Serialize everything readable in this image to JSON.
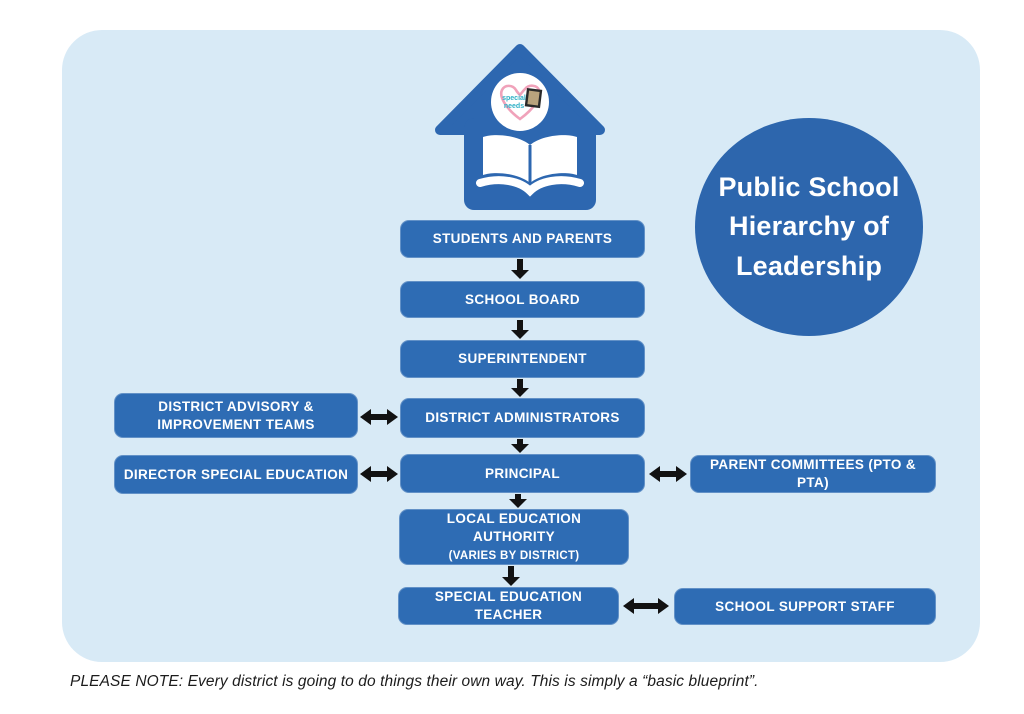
{
  "title_circle": {
    "line1": "Public School",
    "line2": "Hierarchy of",
    "line3": "Leadership"
  },
  "logo": {
    "word1": "special",
    "word2": "needs"
  },
  "nodes": {
    "students_parents": {
      "label": "STUDENTS AND PARENTS"
    },
    "school_board": {
      "label": "SCHOOL BOARD"
    },
    "superintendent": {
      "label": "SUPERINTENDENT"
    },
    "district_administrators": {
      "label": "DISTRICT ADMINISTRATORS"
    },
    "principal": {
      "label": "PRINCIPAL"
    },
    "local_education_authority": {
      "label": "LOCAL EDUCATION AUTHORITY",
      "sub": "(VARIES BY DISTRICT)"
    },
    "special_education_teacher": {
      "label": "SPECIAL EDUCATION TEACHER"
    },
    "district_advisory": {
      "line1": "DISTRICT ADVISORY &",
      "line2": "IMPROVEMENT TEAMS"
    },
    "director_special_education": {
      "label": "DIRECTOR SPECIAL EDUCATION"
    },
    "parent_committees": {
      "label": "PARENT COMMITTEES (PTO & PTA)"
    },
    "school_support_staff": {
      "label": "SCHOOL SUPPORT STAFF"
    }
  },
  "connections": [
    {
      "from": "students_parents",
      "to": "school_board",
      "type": "down-arrow"
    },
    {
      "from": "school_board",
      "to": "superintendent",
      "type": "down-arrow"
    },
    {
      "from": "superintendent",
      "to": "district_administrators",
      "type": "down-arrow"
    },
    {
      "from": "district_administrators",
      "to": "principal",
      "type": "down-arrow"
    },
    {
      "from": "principal",
      "to": "local_education_authority",
      "type": "down-arrow"
    },
    {
      "from": "local_education_authority",
      "to": "special_education_teacher",
      "type": "down-arrow"
    },
    {
      "from": "district_advisory",
      "to": "district_administrators",
      "type": "double-arrow"
    },
    {
      "from": "director_special_education",
      "to": "principal",
      "type": "double-arrow"
    },
    {
      "from": "principal",
      "to": "parent_committees",
      "type": "double-arrow"
    },
    {
      "from": "special_education_teacher",
      "to": "school_support_staff",
      "type": "double-arrow"
    }
  ],
  "colors": {
    "node_blue": "#2e6cb4",
    "circle_blue": "#2d66ad",
    "canvas_light_blue": "#d8eaf6",
    "arrow_black": "#121212",
    "text_white": "#ffffff"
  },
  "note": "PLEASE NOTE: Every district is going to do things their own way. This is simply a “basic blueprint”."
}
